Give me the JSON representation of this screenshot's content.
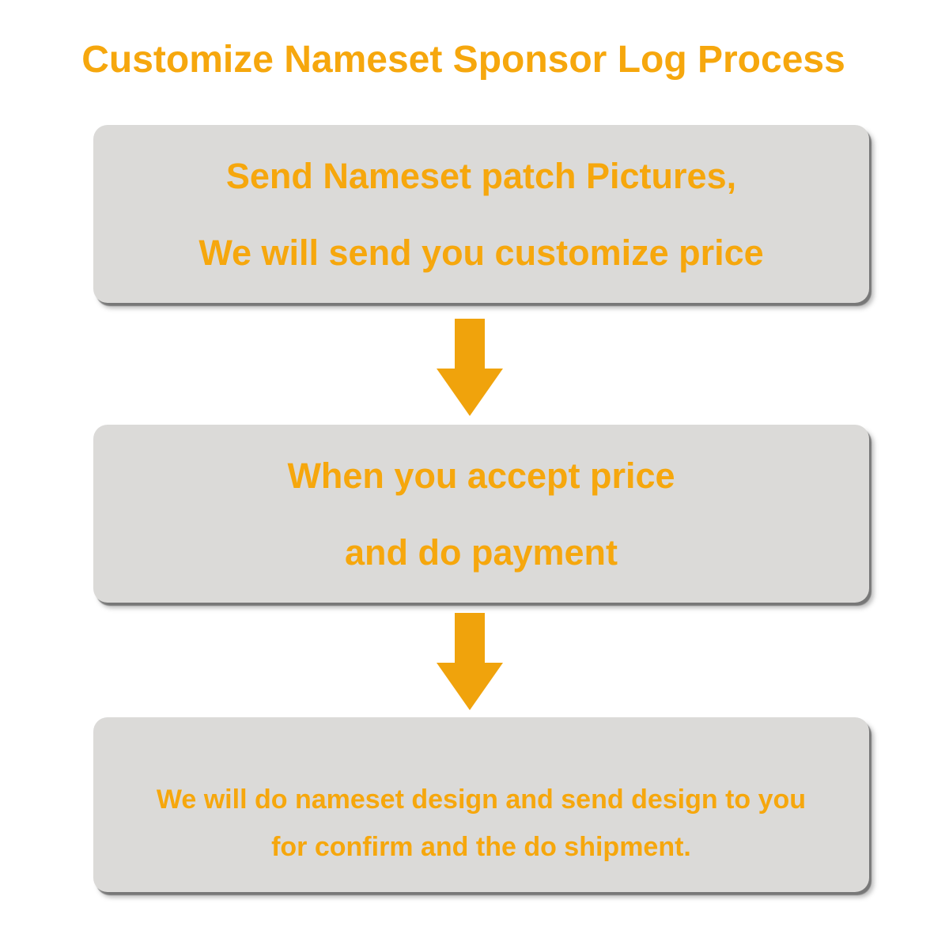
{
  "page": {
    "title": "Customize Nameset Sponsor Log Process"
  },
  "colors": {
    "text_orange": "#F6A70D",
    "arrow_orange": "#F0A30C",
    "box_fill": "#DBDAD8",
    "background": "#FFFFFF"
  },
  "flow": {
    "steps": [
      {
        "lines": [
          "Send Nameset patch Pictures,",
          "We will send you customize price"
        ]
      },
      {
        "lines": [
          "When you accept price",
          "and do payment"
        ]
      },
      {
        "lines": [
          "We will do nameset design and send design to you",
          "for confirm and the do shipment."
        ]
      }
    ],
    "connectors": [
      "down-arrow",
      "down-arrow"
    ]
  }
}
